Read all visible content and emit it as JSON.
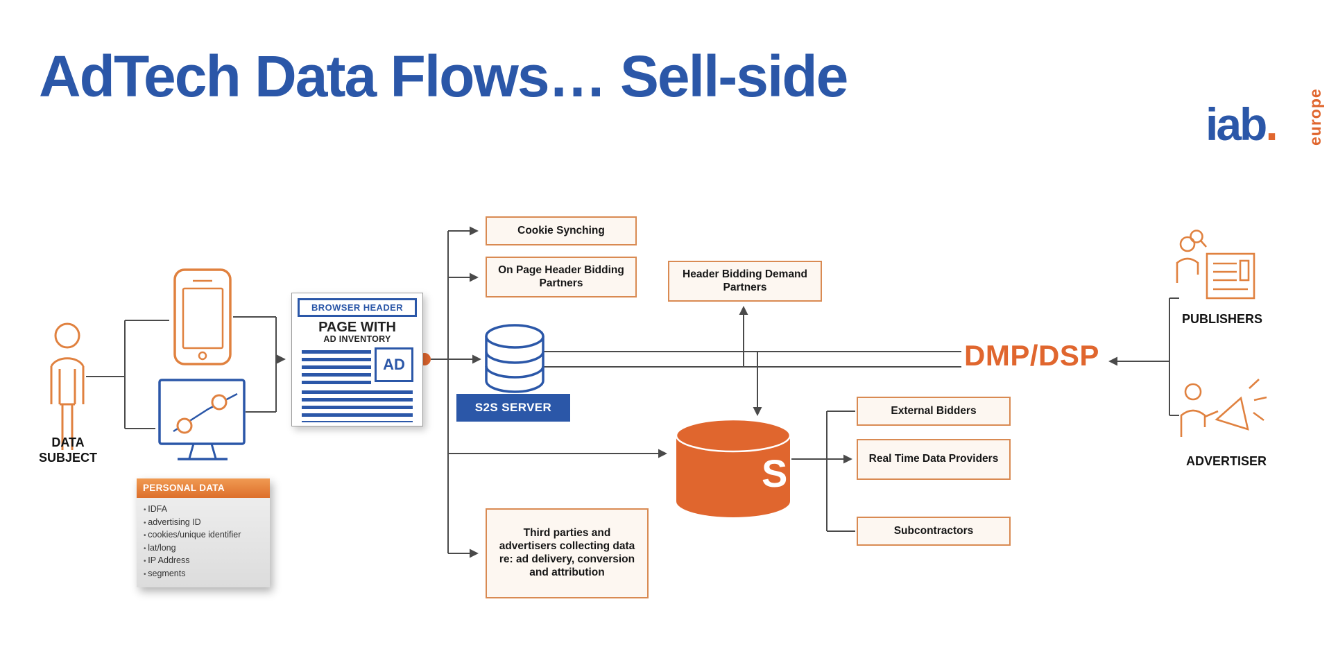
{
  "slide": {
    "title": "AdTech Data Flows… Sell-side"
  },
  "logo": {
    "iab": "iab",
    "dot": ".",
    "europe": "europe"
  },
  "data_subject": {
    "label": "DATA SUBJECT"
  },
  "personal_data": {
    "header": "PERSONAL DATA",
    "items": [
      "IDFA",
      "advertising ID",
      "cookies/unique identifier",
      "lat/long",
      "IP Address",
      "segments"
    ]
  },
  "browser": {
    "header": "BROWSER HEADER",
    "page_line1": "PAGE WITH",
    "page_line2": "AD INVENTORY",
    "ad": "AD"
  },
  "s2s": {
    "label": "S2S SERVER"
  },
  "ssp": {
    "partial_label": "S"
  },
  "boxes": {
    "cookie_synching": "Cookie Synching",
    "on_page_header_bidding": "On Page Header Bidding Partners",
    "header_bidding_demand": "Header Bidding Demand Partners",
    "external_bidders": "External Bidders",
    "real_time_data_providers": "Real Time Data Providers",
    "subcontractors": "Subcontractors",
    "third_parties": "Third parties and advertisers collecting data re: ad delivery, conversion and attribution"
  },
  "right": {
    "dmp_dsp": "DMP/DSP",
    "publishers": "PUBLISHERS",
    "advertiser": "ADVERTISER"
  },
  "colors": {
    "blue": "#2b57a8",
    "orange": "#e0662e",
    "box_border": "#d98a52",
    "line": "#4a4a4a"
  }
}
